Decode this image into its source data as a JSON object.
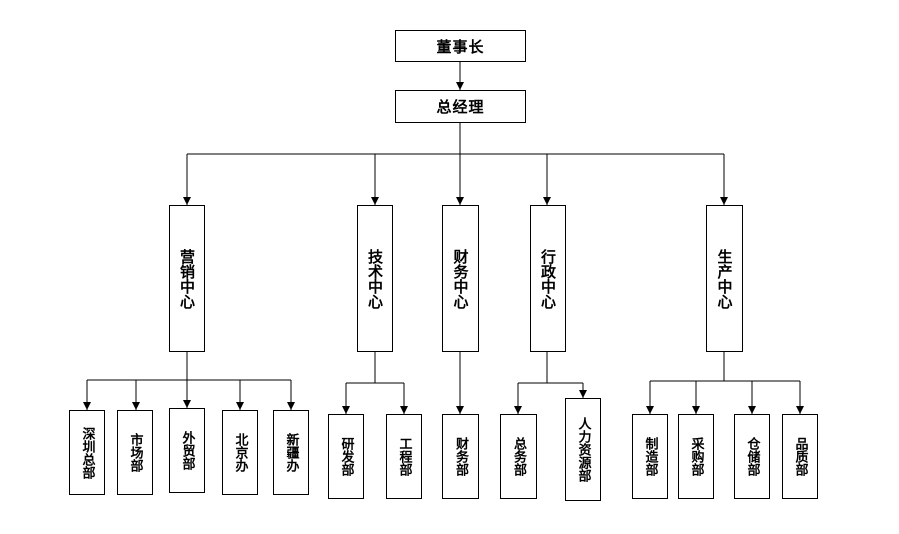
{
  "top": {
    "chairman": "董事长",
    "gm": "总经理"
  },
  "centers": [
    {
      "label": "营销中心",
      "subs": [
        "深圳总部",
        "市场部",
        "外贸部",
        "北京办",
        "新疆办"
      ]
    },
    {
      "label": "技术中心",
      "subs": [
        "研发部",
        "工程部"
      ]
    },
    {
      "label": "财务中心",
      "subs": [
        "财务部"
      ]
    },
    {
      "label": "行政中心",
      "subs": [
        "总务部",
        "人力资源部"
      ]
    },
    {
      "label": "生产中心",
      "subs": [
        "制造部",
        "采购部",
        "仓储部",
        "品质部"
      ]
    }
  ]
}
